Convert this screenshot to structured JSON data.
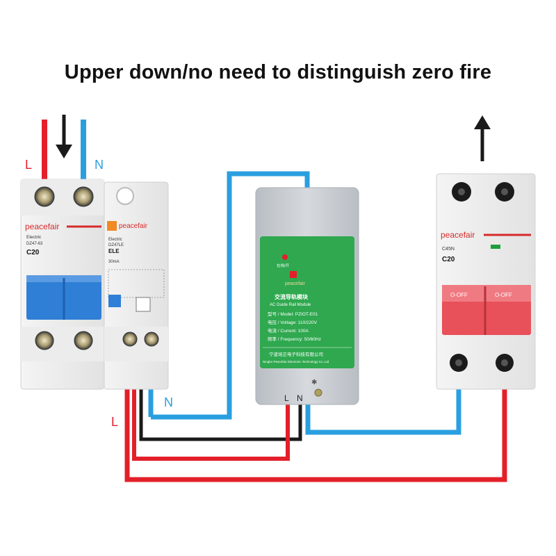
{
  "title": "Upper down/no need to distinguish zero fire",
  "colors": {
    "live": "#e3202a",
    "neutral": "#2a9fe0",
    "black_wire": "#1a1a1a",
    "breaker_blue": "#2f7fd6",
    "breaker_red": "#e8505a",
    "module_green": "#2fa84f",
    "module_grey": "#c9cdd2",
    "brand_orange": "#f08a24"
  },
  "wire_labels": {
    "top_live": "L",
    "top_neutral": "N",
    "bottom_neutral": "N",
    "bottom_live": "L"
  },
  "arrows": {
    "input": "arrow-down-icon",
    "output": "arrow-up-icon"
  },
  "left_breaker": {
    "brand": "peacefair",
    "model": "DZ47-63",
    "rating": "C20",
    "label_small": "Electric"
  },
  "leakage_module": {
    "brand": "peacefair",
    "model": "DZ47LE",
    "name": "ELE",
    "label_small": "Electric",
    "current": "30mA"
  },
  "right_breaker": {
    "brand": "peacefair",
    "model": "C45N",
    "rating": "C20",
    "switch_label": "O-OFF"
  },
  "module": {
    "brand": "peacefair",
    "header": "在线/开",
    "name_cn": "交流导轨模块",
    "name_en": "AC Guide Rail Module",
    "model": "型号 / Model: PZIOT-E01",
    "voltage": "电压 / Voltage: 110/220V",
    "current": "电流 / Current: 100A",
    "frequency": "频率 / Frequency: 50/60Hz",
    "company_cn": "宁波培正电子科技有限公司",
    "company_en": "Ningbo Peacefair Electronic Technology Co.,Ltd",
    "terminal_l": "L",
    "terminal_n": "N"
  }
}
